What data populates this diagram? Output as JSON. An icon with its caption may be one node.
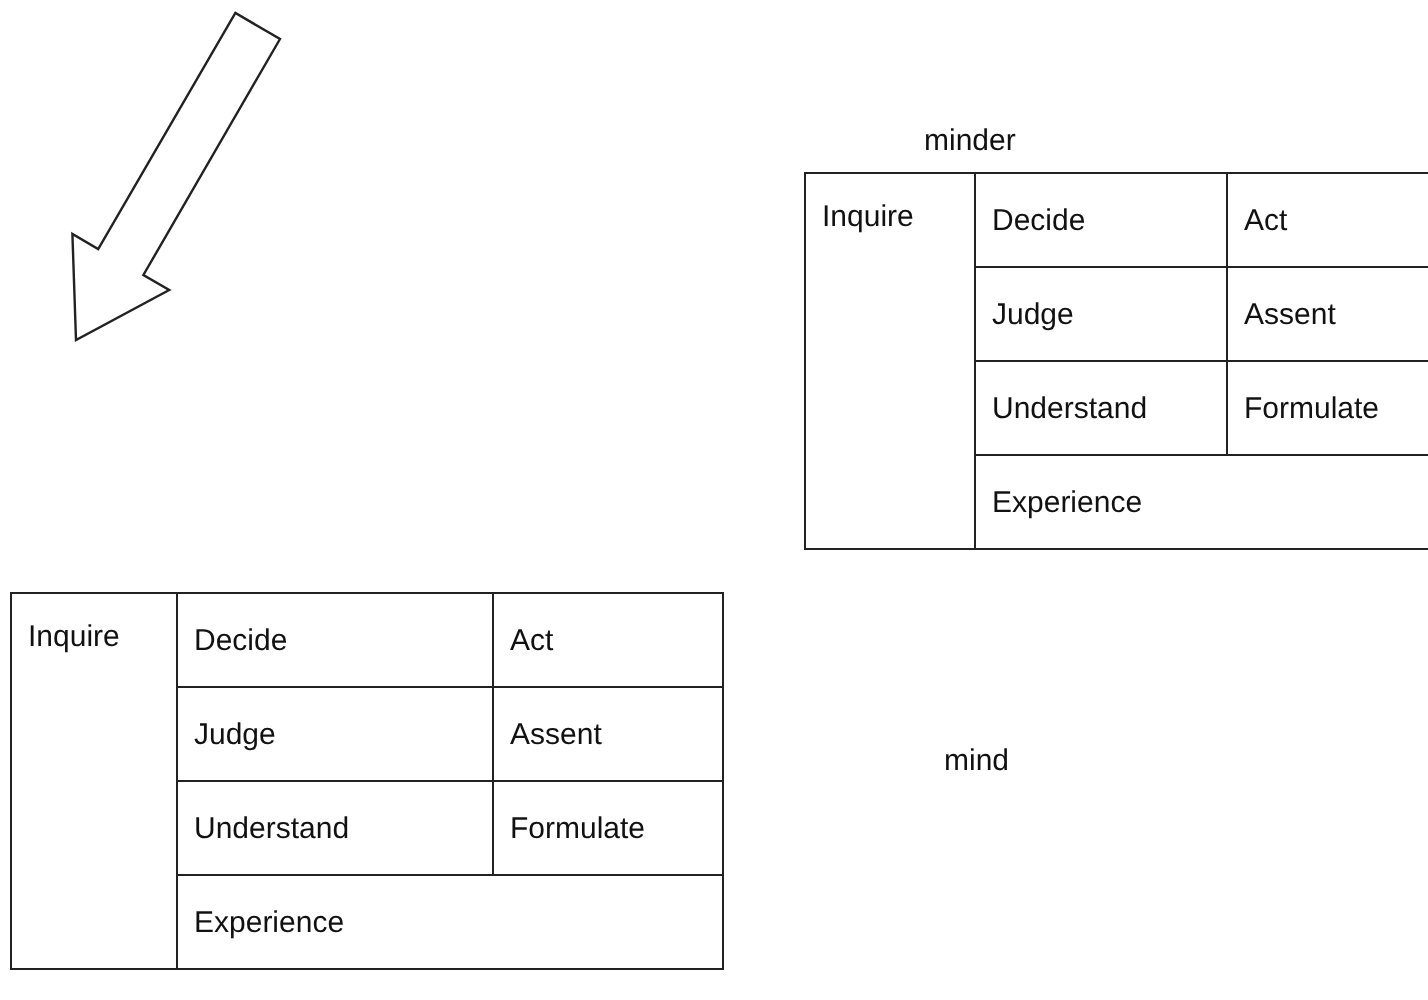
{
  "diagram": {
    "labels": [
      "minder",
      "Inquire",
      "Decide",
      "Act",
      "Judge",
      "Assent",
      "Understand",
      "Formulate",
      "Experience",
      "Inquire",
      "Decide",
      "Act",
      "Judge",
      "Assent",
      "Understand",
      "Formulate",
      "Experience",
      "mind"
    ]
  }
}
